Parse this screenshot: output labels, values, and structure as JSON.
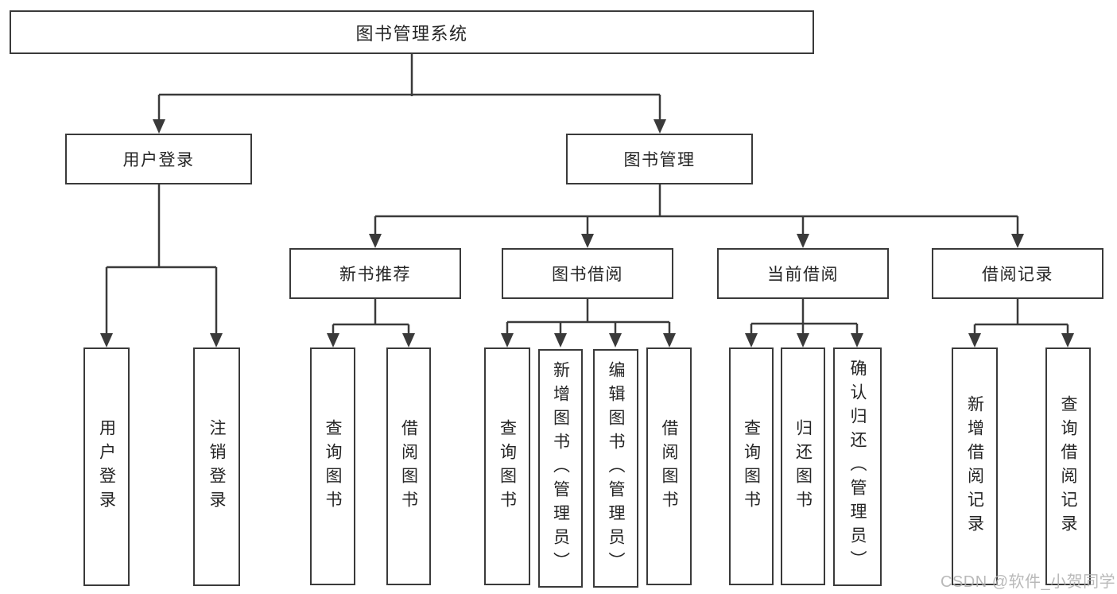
{
  "colors": {
    "line": "#3a3a3a",
    "box_border": "#3a3a3a",
    "text": "#252525",
    "watermark": "#b0b0b0",
    "background": "#ffffff"
  },
  "watermark": {
    "text": "CSDN @软件_小贺同学"
  },
  "tree": {
    "root": {
      "label": "图书管理系统",
      "children": [
        {
          "label": "用户登录",
          "children": [
            {
              "label": "用户登录"
            },
            {
              "label": "注销登录"
            }
          ]
        },
        {
          "label": "图书管理",
          "children": [
            {
              "label": "新书推荐",
              "children": [
                {
                  "label": "查询图书"
                },
                {
                  "label": "借阅图书"
                }
              ]
            },
            {
              "label": "图书借阅",
              "children": [
                {
                  "label": "查询图书"
                },
                {
                  "label": "新增图书（管理员）"
                },
                {
                  "label": "编辑图书（管理员）"
                },
                {
                  "label": "借阅图书"
                }
              ]
            },
            {
              "label": "当前借阅",
              "children": [
                {
                  "label": "查询图书"
                },
                {
                  "label": "归还图书"
                },
                {
                  "label": "确认归还（管理员）"
                }
              ]
            },
            {
              "label": "借阅记录",
              "children": [
                {
                  "label": "新增借阅记录"
                },
                {
                  "label": "查询借阅记录"
                }
              ]
            }
          ]
        }
      ]
    }
  }
}
